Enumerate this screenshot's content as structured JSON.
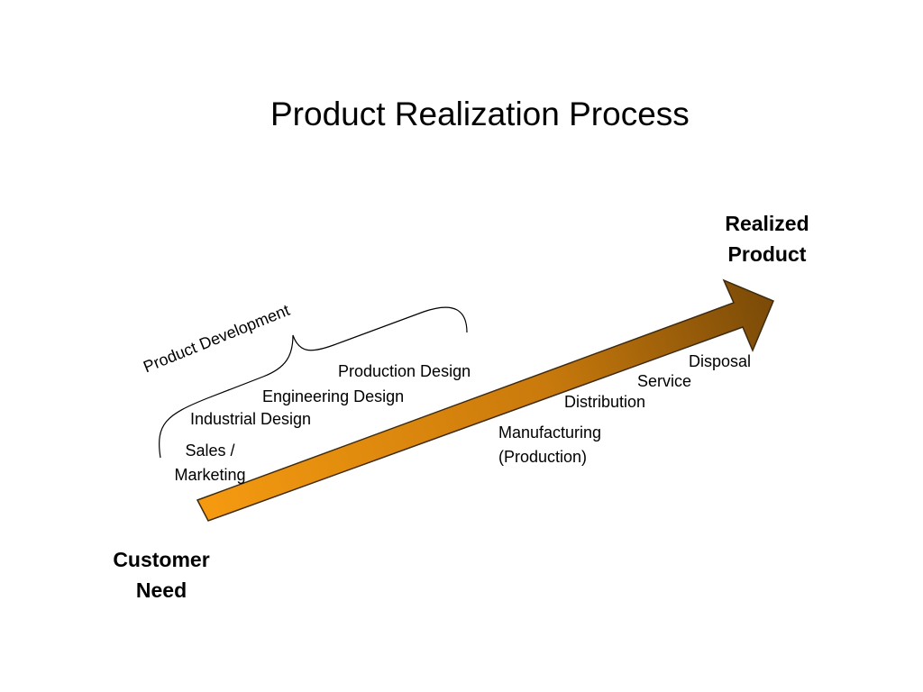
{
  "title": "Product Realization Process",
  "endpoints": {
    "end_line1": "Realized",
    "end_line2": "Product",
    "start_line1": "Customer",
    "start_line2": "Need"
  },
  "bracket_label": "Product Development",
  "stages": {
    "sales_line1": "Sales /",
    "sales_line2": "Marketing",
    "industrial_design": "Industrial Design",
    "engineering_design": "Engineering Design",
    "production_design": "Production Design",
    "manufacturing_line1": "Manufacturing",
    "manufacturing_line2": "(Production)",
    "distribution": "Distribution",
    "service": "Service",
    "disposal": "Disposal"
  },
  "colors": {
    "arrow_start": "#f59a10",
    "arrow_end": "#7a4a08",
    "arrow_outline": "#3d2a10",
    "text": "#000000"
  }
}
